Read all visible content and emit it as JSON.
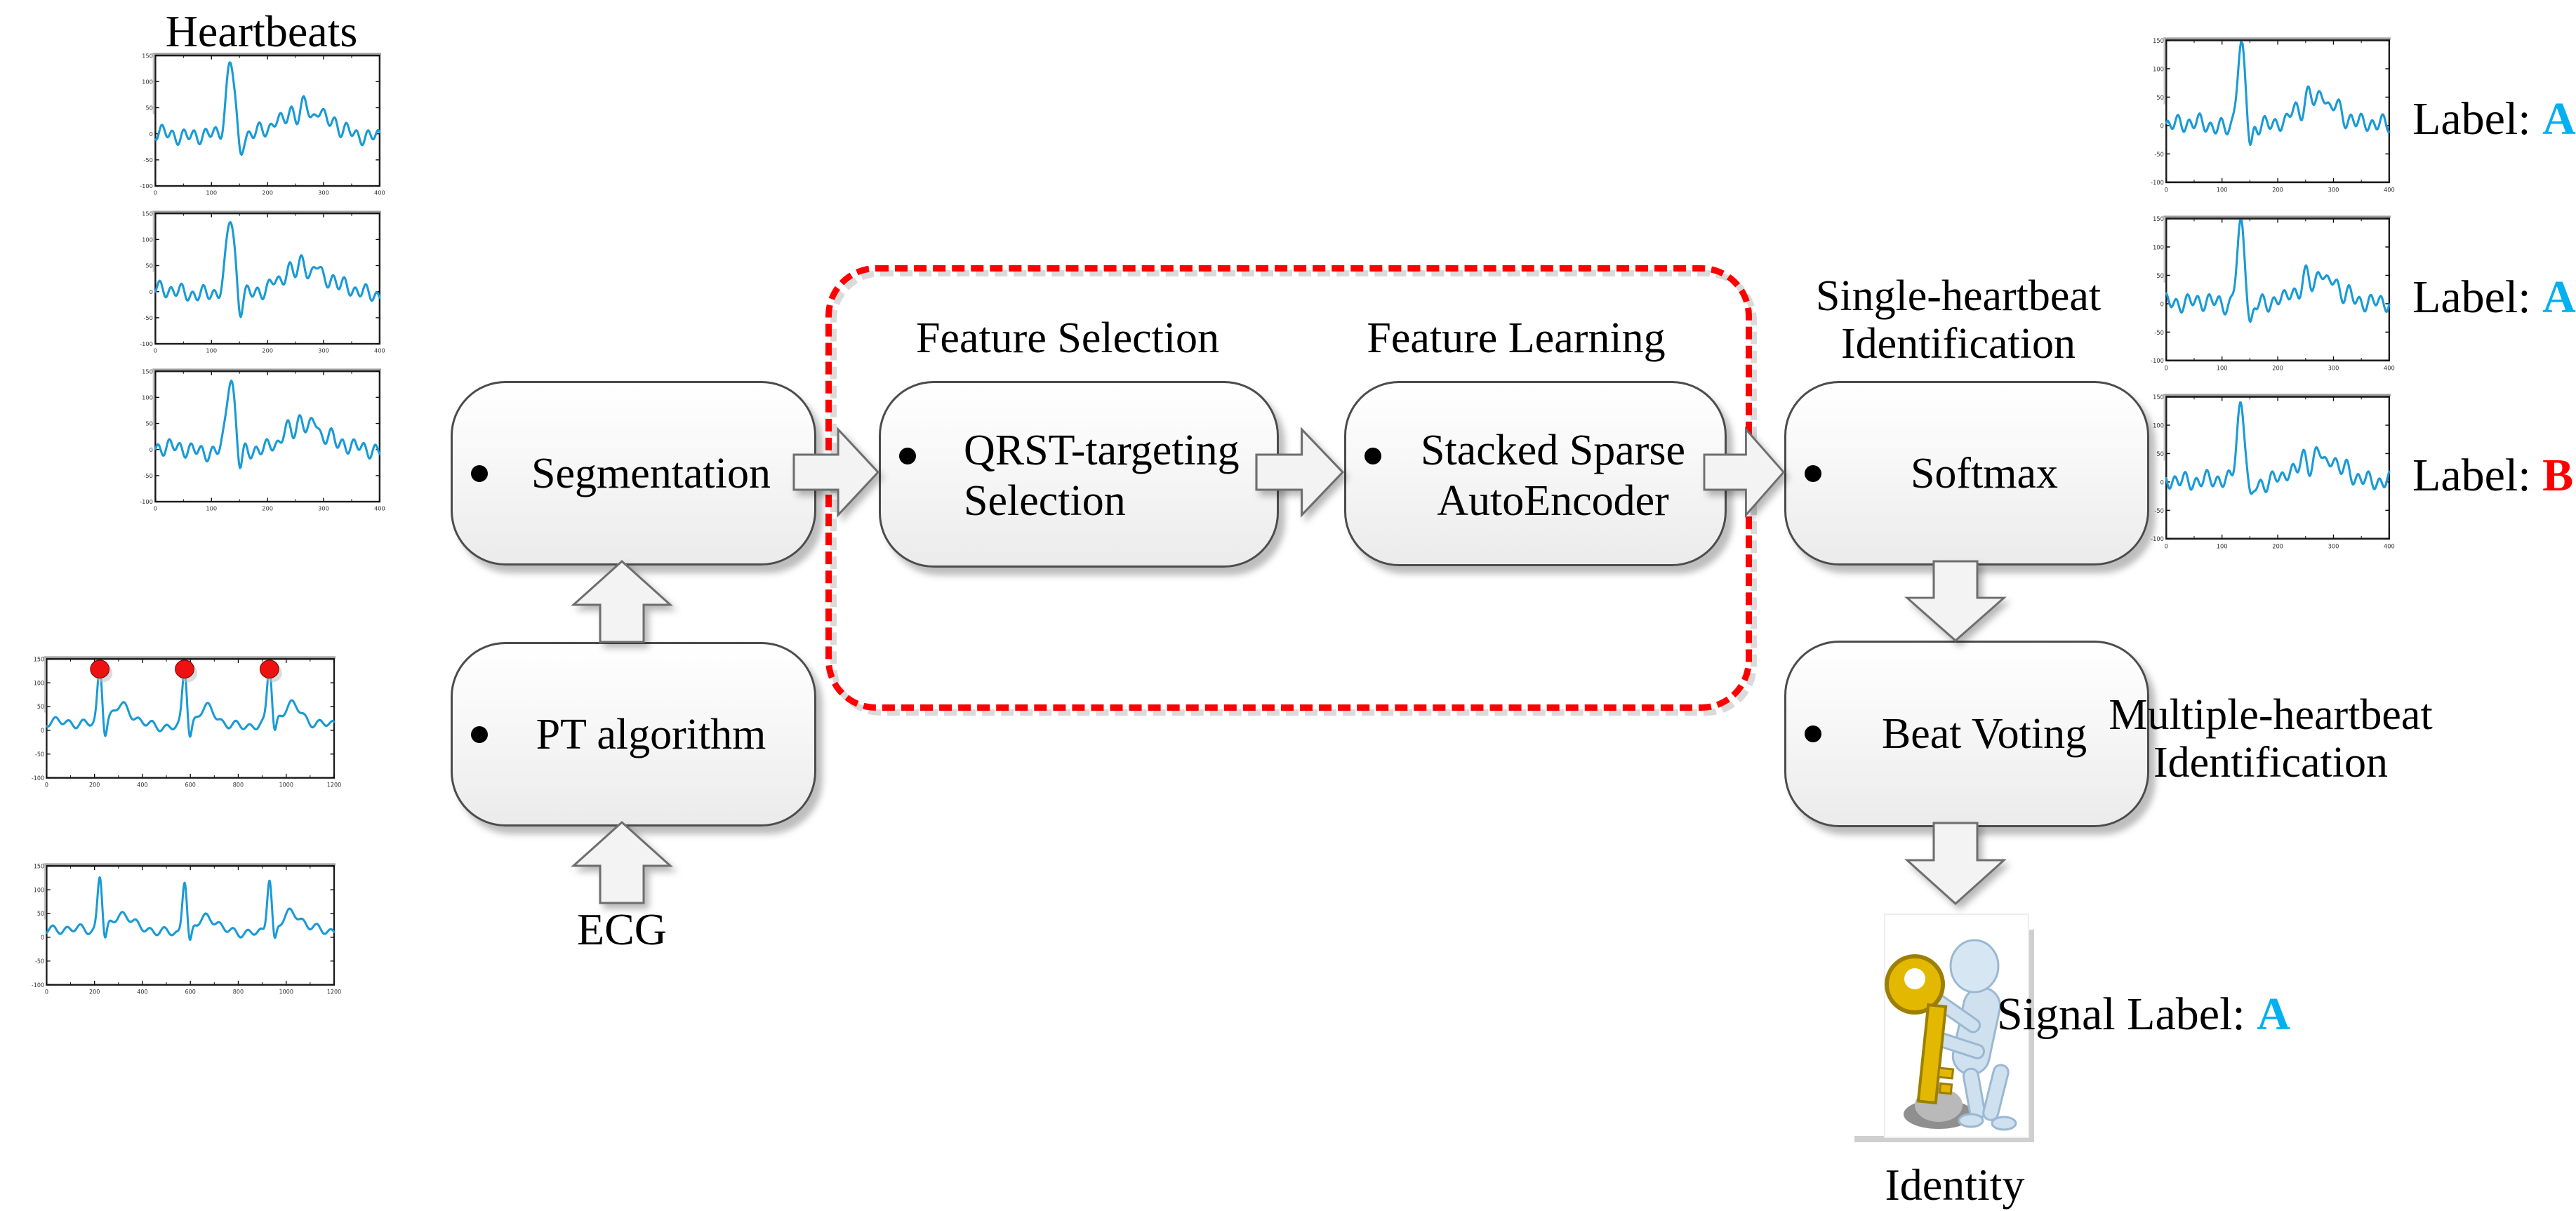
{
  "diagram": {
    "left_panel": {
      "title": "Heartbeats",
      "ecg_input_label": "ECG"
    },
    "boxes": {
      "segmentation": {
        "label": "Segmentation"
      },
      "pt_algorithm": {
        "label": "PT algorithm"
      },
      "qrst": {
        "label_line1": "QRST-targeting",
        "label_line2": "Selection"
      },
      "ssae": {
        "label_line1": "Stacked Sparse",
        "label_line2": "AutoEncoder"
      },
      "softmax": {
        "label": "Softmax"
      },
      "beat_voting": {
        "label": "Beat Voting"
      }
    },
    "headings": {
      "feature_selection": "Feature Selection",
      "feature_learning": "Feature Learning",
      "single_heartbeat_line1": "Single-heartbeat",
      "single_heartbeat_line2": "Identification",
      "multiple_heartbeat_line1": "Multiple-heartbeat",
      "multiple_heartbeat_line2": "Identification"
    },
    "outputs": {
      "beat_labels": [
        {
          "prefix": "Label: ",
          "letter": "A",
          "color": "#00b0f0"
        },
        {
          "prefix": "Label: ",
          "letter": "A",
          "color": "#00b0f0"
        },
        {
          "prefix": "Label: ",
          "letter": "B",
          "color": "#ff0000"
        }
      ],
      "signal_label": {
        "prefix": "Signal Label: ",
        "letter": "A",
        "color": "#00b0f0"
      },
      "identity_caption": "Identity"
    },
    "colors": {
      "waveform_blue": "#1a9ad6",
      "marker_red": "#ee1111",
      "dashed_box_red": "#ff0000",
      "label_a_cyan": "#00b0f0",
      "label_b_red": "#ff0000"
    }
  },
  "chart_data": [
    {
      "id": "heartbeat-beat",
      "type": "line",
      "title": "",
      "xlabel": "",
      "ylabel": "",
      "xlim": [
        0,
        450
      ],
      "ylim": [
        -150,
        150
      ],
      "x_ticks": [
        0,
        100,
        200,
        300,
        400
      ],
      "y_ticks": [
        150,
        100,
        50,
        0,
        -50,
        -100
      ],
      "grid": false,
      "legend": "none",
      "series_color": "#1a9ad6",
      "description": "Single heartbeat: noisy baseline, sharp QRS spike near sample 150 reaching plot top, undershoot, then T-wave bump near sample 300",
      "view": [
        1000,
        620
      ],
      "frame": [
        62,
        12,
        926,
        536
      ],
      "gen": {
        "kind": "beat",
        "n": 260,
        "base": 0.6,
        "ripple": 0.045,
        "r_x": 0.335,
        "r_amp": 0.57,
        "s_x": 0.365,
        "s_amp": 0.155,
        "t_x": 0.67,
        "t_amp": 0.18
      }
    },
    {
      "id": "ecg-strip",
      "type": "line",
      "title": "",
      "xlabel": "",
      "ylabel": "",
      "xlim": [
        0,
        1300
      ],
      "ylim": [
        -150,
        200
      ],
      "x_ticks": [
        0,
        200,
        400,
        600,
        800,
        1000,
        1200
      ],
      "y_ticks": [
        150,
        100,
        50,
        0,
        -50,
        -100
      ],
      "grid": false,
      "legend": "none",
      "series_color": "#1a9ad6",
      "r_peaks_x_fraction": [
        0.185,
        0.48,
        0.775
      ],
      "marker_color": "#ee1111",
      "description": "ECG strip with three heartbeats; first strip shows red circular markers on each R-peak (PT algorithm output), second strip is unmarked raw ECG",
      "view": [
        1300,
        560
      ],
      "frame": [
        64,
        12,
        1224,
        474
      ],
      "gen": {
        "kind": "strip",
        "n": 700,
        "base": 0.55,
        "ripple": 0.028,
        "peaks": [
          0.185,
          0.48,
          0.775
        ],
        "r_amp": 0.47,
        "s_amp": 0.12,
        "t_amp": 0.14
      }
    }
  ]
}
